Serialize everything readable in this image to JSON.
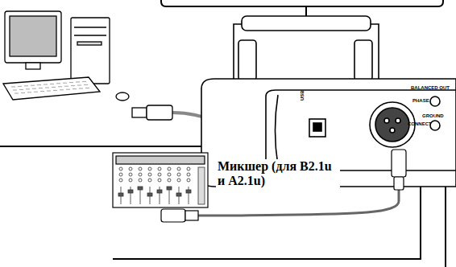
{
  "diagram": {
    "labels": [
      "USB",
      "BALANCED OUT",
      "PHASE",
      "GROUND",
      "CONNECT",
      "Микшер (для B2.1u и A2.1u)"
    ]
  }
}
